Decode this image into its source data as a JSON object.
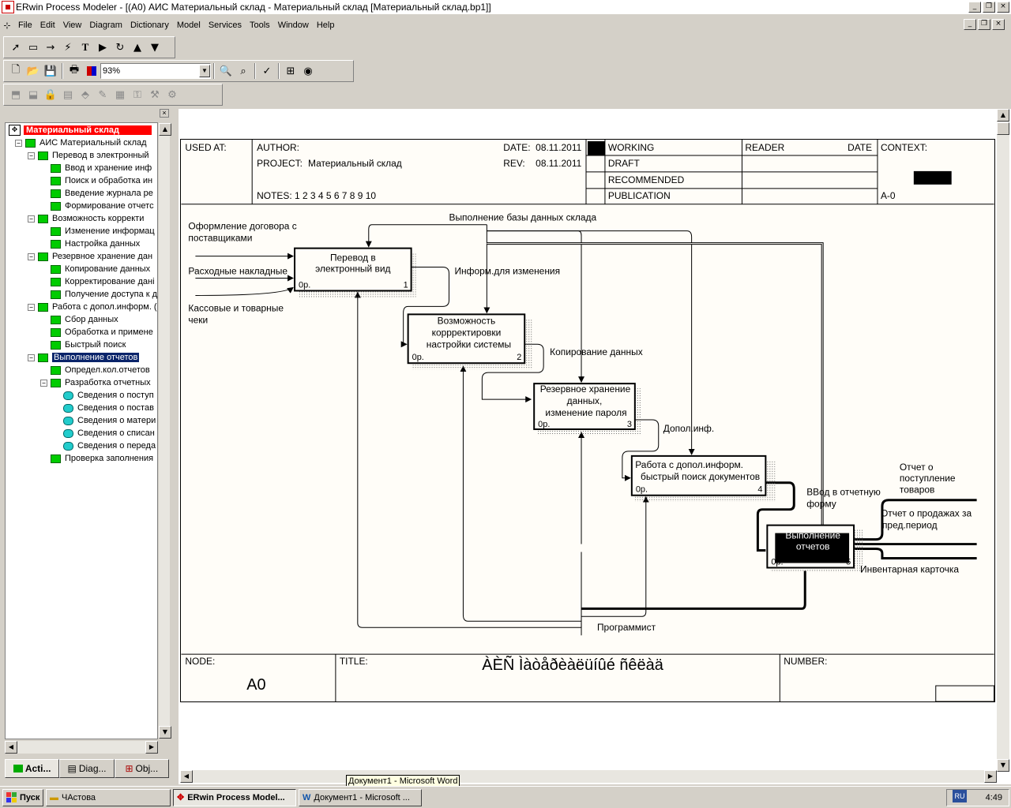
{
  "window": {
    "title": "ERwin Process Modeler - [(A0) АИС Материальный склад - Материальный склад  [Материальный склад.bp1]]"
  },
  "menu": [
    "File",
    "Edit",
    "View",
    "Diagram",
    "Dictionary",
    "Model",
    "Services",
    "Tools",
    "Window",
    "Help"
  ],
  "toolbar": {
    "zoom_value": "93%"
  },
  "tree": {
    "root": "Материальный склад",
    "nodes": [
      {
        "label": "АИС Материальный склад",
        "level": 1,
        "icon": "activity-icon",
        "expanded": true
      },
      {
        "label": "Перевод  в  электронный",
        "level": 2,
        "icon": "activity-icon",
        "expanded": true
      },
      {
        "label": "Ввод и хранение  инф",
        "level": 3,
        "icon": "activity-icon"
      },
      {
        "label": "Поиск и обработка  ин",
        "level": 3,
        "icon": "activity-icon"
      },
      {
        "label": "Введение журнала  ре",
        "level": 3,
        "icon": "activity-icon"
      },
      {
        "label": "Формирование отчетс",
        "level": 3,
        "icon": "activity-icon"
      },
      {
        "label": "Возможность  корректи",
        "level": 2,
        "icon": "activity-icon",
        "expanded": true
      },
      {
        "label": "Изменение информац",
        "level": 3,
        "icon": "activity-icon"
      },
      {
        "label": "Настройка данных",
        "level": 3,
        "icon": "activity-icon"
      },
      {
        "label": "Резервное хранение  дан",
        "level": 2,
        "icon": "activity-icon",
        "expanded": true
      },
      {
        "label": "Копирование  данных",
        "level": 3,
        "icon": "activity-icon"
      },
      {
        "label": "Корректирование дані",
        "level": 3,
        "icon": "activity-icon"
      },
      {
        "label": "Получение доступа к д",
        "level": 3,
        "icon": "activity-icon"
      },
      {
        "label": "Работа с допол.информ. (",
        "level": 2,
        "icon": "activity-icon",
        "expanded": true
      },
      {
        "label": "Сбор данных",
        "level": 3,
        "icon": "activity-icon"
      },
      {
        "label": "Обработка и примене",
        "level": 3,
        "icon": "activity-icon"
      },
      {
        "label": "Быстрый поиск",
        "level": 3,
        "icon": "activity-icon"
      },
      {
        "label": "Выполнение  отчетов",
        "level": 2,
        "icon": "activity-icon",
        "expanded": true,
        "selected": true
      },
      {
        "label": "Определ.кол.отчетов",
        "level": 3,
        "icon": "activity-icon"
      },
      {
        "label": "Разработка отчетных",
        "level": 3,
        "icon": "activity-icon",
        "expanded": true
      },
      {
        "label": "Сведения о  поступ",
        "level": 4,
        "icon": "leaf-activity-icon"
      },
      {
        "label": "Сведения  о постав",
        "level": 4,
        "icon": "leaf-activity-icon"
      },
      {
        "label": "Сведения о  матери",
        "level": 4,
        "icon": "leaf-activity-icon"
      },
      {
        "label": "Сведения о  списан",
        "level": 4,
        "icon": "leaf-activity-icon"
      },
      {
        "label": "Сведения о  переда",
        "level": 4,
        "icon": "leaf-activity-icon"
      },
      {
        "label": "Проверка заполнения",
        "level": 3,
        "icon": "activity-icon"
      }
    ],
    "tabs": [
      "Acti...",
      "Diag...",
      "Obj..."
    ]
  },
  "frame": {
    "used_at": "USED AT:",
    "author": "AUTHOR:",
    "project_label": "PROJECT:",
    "project": "Материальный склад",
    "date_label": "DATE:",
    "date": "08.11.2011",
    "rev_label": "REV:",
    "rev": "08.11.2011",
    "notes": "NOTES:  1  2  3  4  5  6  7  8  9  10",
    "working": "WORKING",
    "draft": "DRAFT",
    "recommended": "RECOMMENDED",
    "publication": "PUBLICATION",
    "reader": "READER",
    "date_col": "DATE",
    "context": "CONTEXT:",
    "context_node": "A-0",
    "node_label": "NODE:",
    "node": "A0",
    "title_label": "TITLE:",
    "title": "ÀÈÑ Ìàòåðèàëüíûé ñêëàä",
    "number_label": "NUMBER:"
  },
  "diagram": {
    "boxes": [
      {
        "name": "Перевод в электронный вид",
        "lines": [
          "Перевод в",
          "электронный вид"
        ],
        "cost": "0р.",
        "num": "1"
      },
      {
        "name": "Возможность коррректировки настройки системы",
        "lines": [
          "Возможность",
          "коррректировки",
          "настройки системы"
        ],
        "cost": "0р.",
        "num": "2"
      },
      {
        "name": "Резервное хранение данных, изменение пароля",
        "lines": [
          "Резервное хранение",
          "данных,",
          "изменение пароля"
        ],
        "cost": "0р.",
        "num": "3"
      },
      {
        "name": "Работа с допол.информ. быстрый поиск документов",
        "lines": [
          "Работа с допол.информ.",
          "быстрый поиск документов"
        ],
        "cost": "0р.",
        "num": "4"
      },
      {
        "name": "Выполнение отчетов",
        "lines": [
          "Выполнение",
          "отчетов"
        ],
        "cost": "0р.",
        "num": "5"
      }
    ],
    "arrows": {
      "in1": [
        "Оформление договора с",
        "поставщиками"
      ],
      "in2": "Расходные накладные",
      "in3": [
        "Кассовые и товарные",
        "чеки"
      ],
      "control": "Выполнение базы данных склада",
      "inform": "Информ.для изменения",
      "copy": "Копирование данных",
      "dopol": "Допол.инф.",
      "vvod": [
        "ВВод в отчетную",
        "форму"
      ],
      "out1": [
        "Отчет о",
        "поступление",
        "товаров"
      ],
      "out2": [
        "Отчет о продажах за",
        "пред.период"
      ],
      "out3": "Инвентарная карточка",
      "mech": "Программист"
    }
  },
  "taskbar": {
    "start": "Пуск",
    "items": [
      "ЧАстова",
      "ERwin Process Model...",
      "Документ1 - Microsoft ..."
    ],
    "tooltip": "Документ1 - Microsoft Word",
    "lang": "RU",
    "clock": "4:49"
  }
}
